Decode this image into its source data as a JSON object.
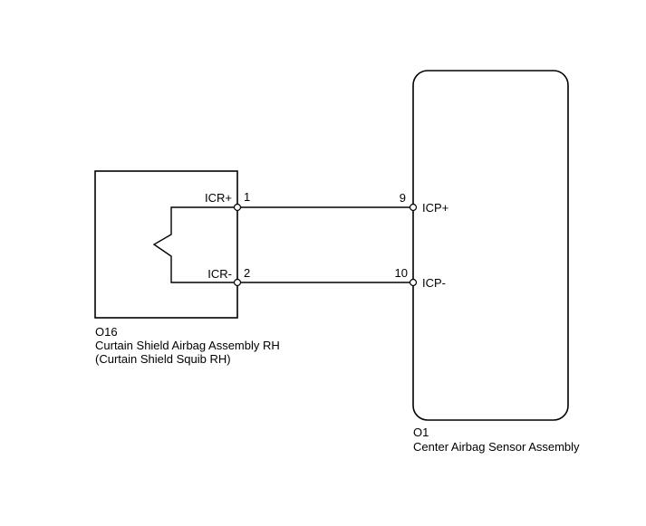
{
  "components": {
    "o16": {
      "code": "O16",
      "name": "Curtain Shield Airbag Assembly RH",
      "subname": "(Curtain Shield Squib RH)",
      "pins": [
        {
          "number": "1",
          "signal": "ICR+"
        },
        {
          "number": "2",
          "signal": "ICR-"
        }
      ]
    },
    "o1": {
      "code": "O1",
      "name": "Center Airbag Sensor Assembly",
      "pins": [
        {
          "number": "9",
          "signal": "ICP+"
        },
        {
          "number": "10",
          "signal": "ICP-"
        }
      ]
    }
  }
}
